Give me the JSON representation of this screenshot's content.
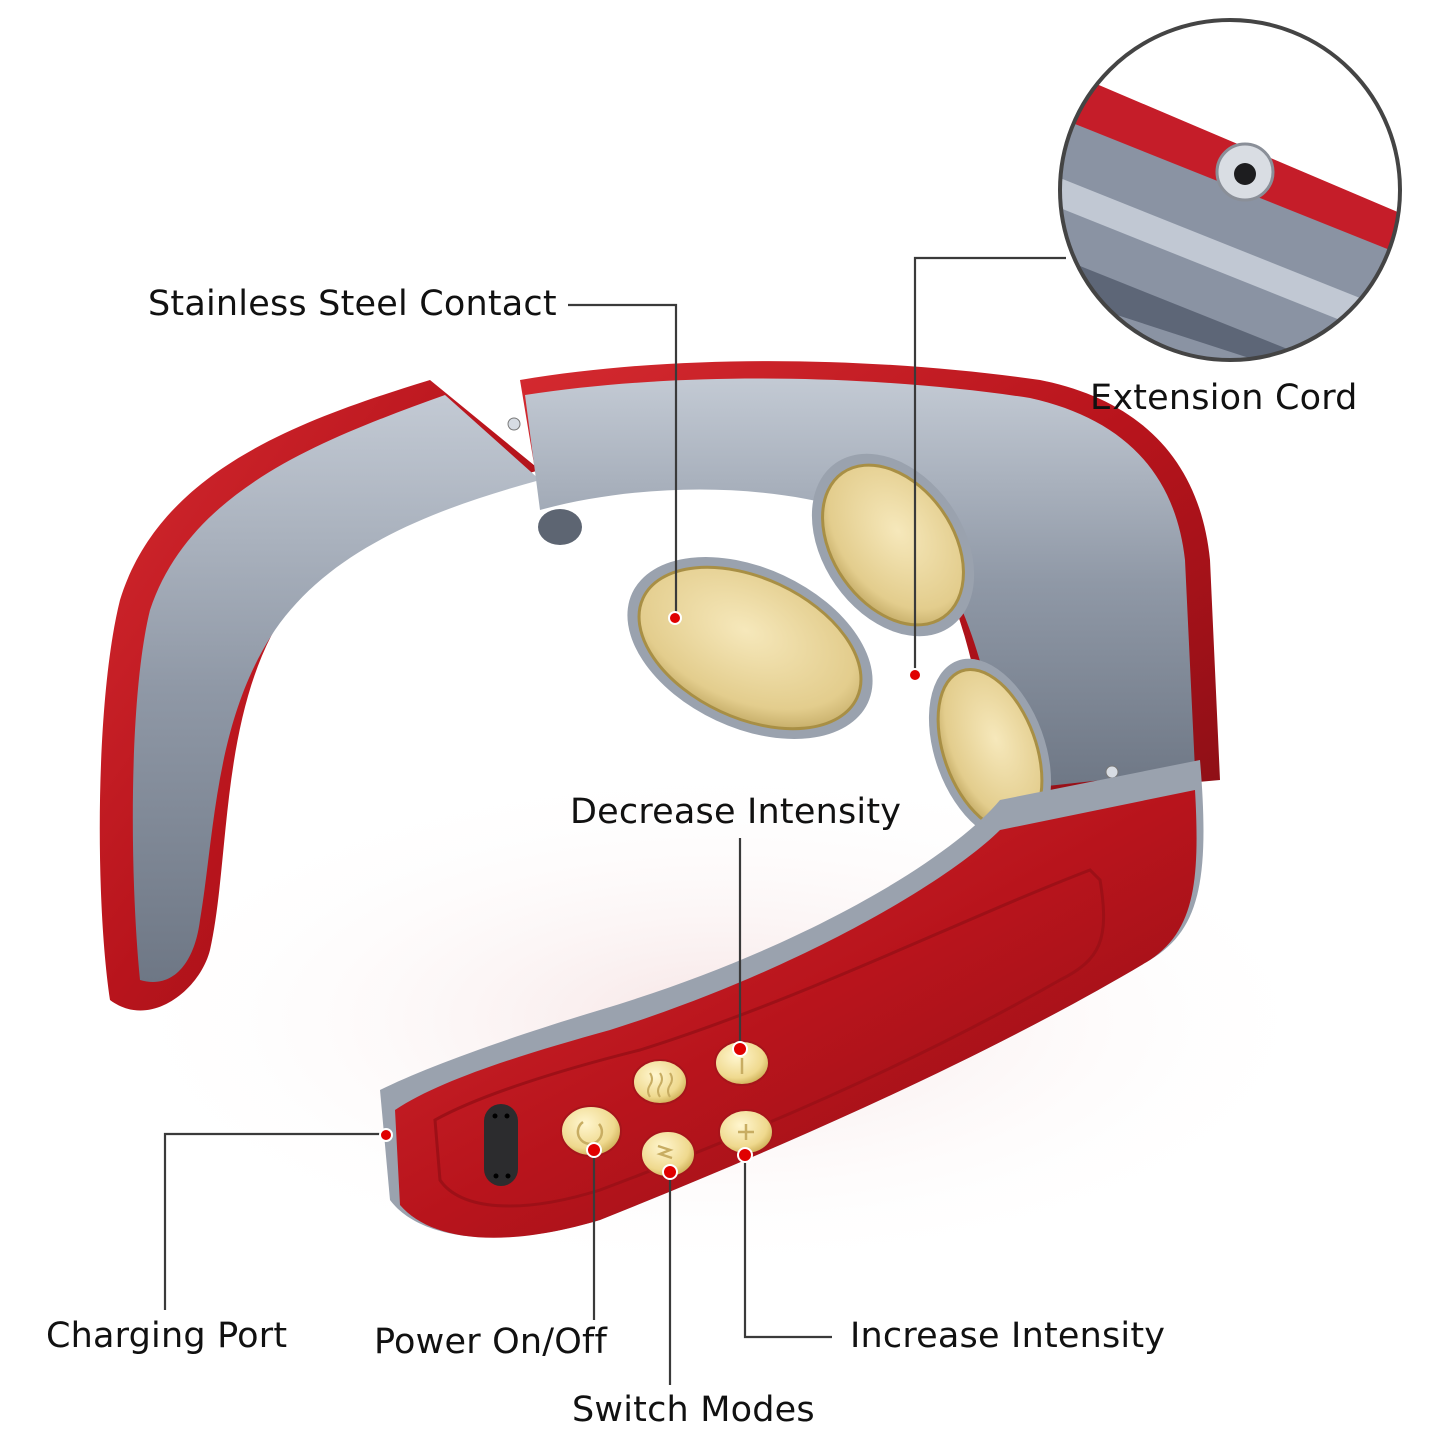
{
  "diagram": {
    "subject": "Electric neck massager",
    "colors": {
      "body_red": "#c0161f",
      "body_red_dark": "#8e0f16",
      "inner_gray": "#8f98a6",
      "inner_gray_light": "#b8c0cc",
      "pad_gold": "#e8d49a",
      "button_gold": "#f0dc94",
      "callout_line": "#3a3a3a",
      "callout_dot": "#e00000"
    },
    "callouts": [
      {
        "id": "stainless-steel-contact",
        "label": "Stainless Steel Contact"
      },
      {
        "id": "extension-cord",
        "label": "Extension Cord"
      },
      {
        "id": "decrease-intensity",
        "label": "Decrease Intensity"
      },
      {
        "id": "charging-port",
        "label": "Charging Port"
      },
      {
        "id": "power-on-off",
        "label": "Power On/Off"
      },
      {
        "id": "switch-modes",
        "label": "Switch Modes"
      },
      {
        "id": "increase-intensity",
        "label": "Increase Intensity"
      }
    ],
    "buttons": [
      {
        "id": "heat-button",
        "icon": "heat-waves-icon"
      },
      {
        "id": "minus-button",
        "icon": "minus-icon",
        "glyph": "−"
      },
      {
        "id": "power-button",
        "icon": "power-icon"
      },
      {
        "id": "mode-button",
        "icon": "mode-m-icon",
        "glyph": "M"
      },
      {
        "id": "plus-button",
        "icon": "plus-icon",
        "glyph": "+"
      }
    ],
    "inset": {
      "title": "Extension cord port close-up"
    }
  }
}
